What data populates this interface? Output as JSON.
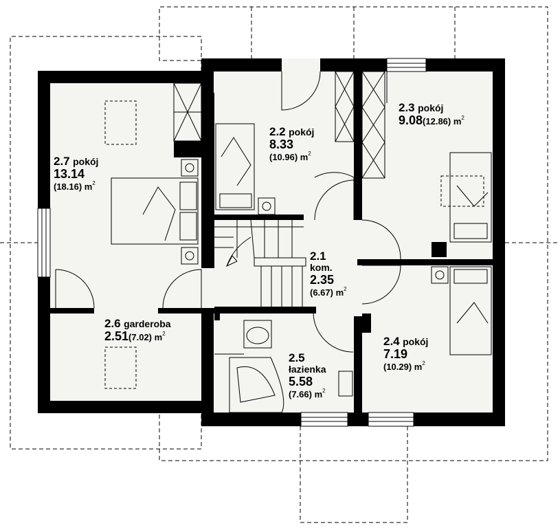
{
  "colors": {
    "wall": "#000000",
    "floor": "#f4f4f1",
    "line": "#000000",
    "dash": "#000000"
  },
  "rooms": [
    {
      "number": "2.1",
      "name": "kom.",
      "area": "2.35",
      "gross": "(6.67) m"
    },
    {
      "number": "2.2",
      "name": "pokój",
      "area": "8.33",
      "gross": "(10.96) m"
    },
    {
      "number": "2.3",
      "name": "pokój",
      "area": "9.08",
      "gross": "(12.86) m"
    },
    {
      "number": "2.4",
      "name": "pokój",
      "area": "7.19",
      "gross": "(10.29) m"
    },
    {
      "number": "2.5",
      "name": "łazienka",
      "area": "5.58",
      "gross": "(7.66) m"
    },
    {
      "number": "2.6",
      "name": "garderoba",
      "area": "2.51",
      "gross": "(7.02) m"
    },
    {
      "number": "2.7",
      "name": "pokój",
      "area": "13.14",
      "gross": "(18.16) m"
    }
  ],
  "unit_exponent": "2"
}
